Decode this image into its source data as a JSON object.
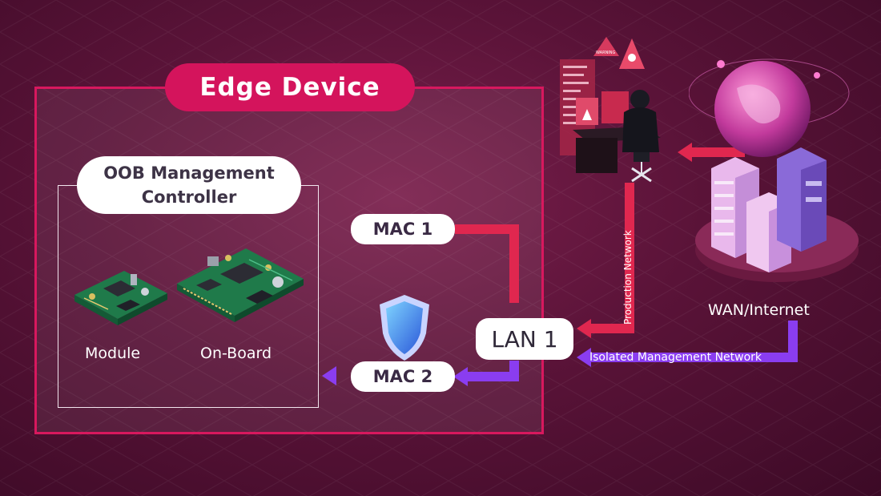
{
  "diagram": {
    "edge_device_title": "Edge Device",
    "oob_title_line1": "OOB Management",
    "oob_title_line2": "Controller",
    "module_label": "Module",
    "onboard_label": "On-Board",
    "mac1_label": "MAC 1",
    "mac2_label": "MAC 2",
    "lan1_label": "LAN 1",
    "production_network_label": "Production Network",
    "isolated_network_label": "Isolated Management Network",
    "wan_label": "WAN/Internet",
    "warning_sign_text": "WARNING"
  },
  "colors": {
    "accent_pink": "#d4145c",
    "production_red": "#e0274f",
    "isolated_purple": "#8a3df0",
    "background": "#5a1338"
  }
}
